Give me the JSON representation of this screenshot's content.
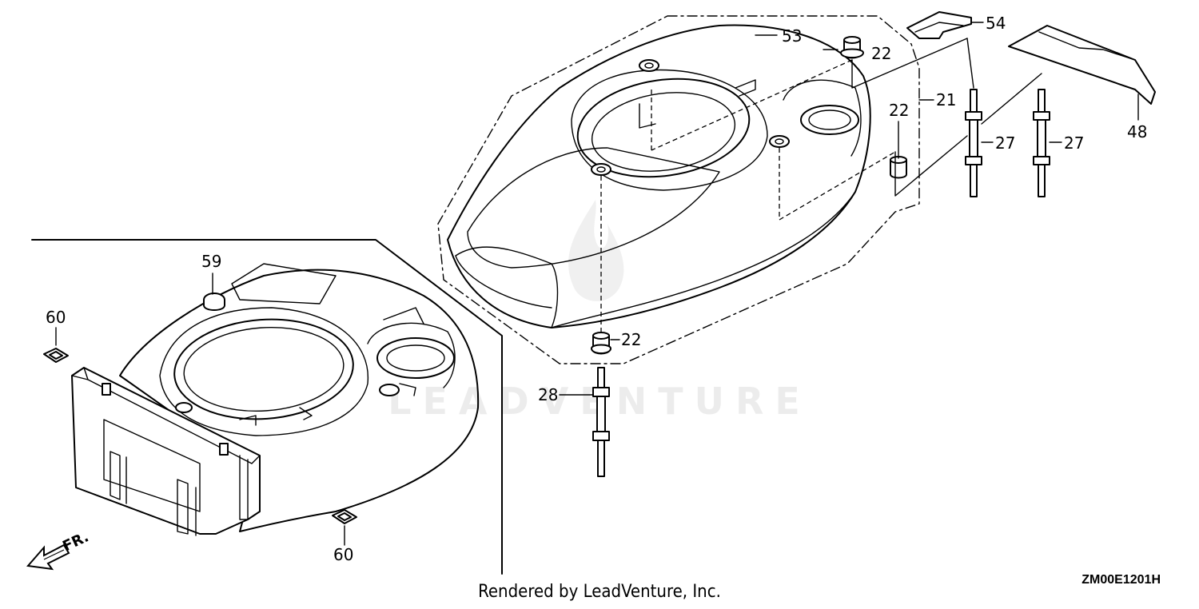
{
  "diagram": {
    "parts": [
      {
        "id": "53",
        "label": "53"
      },
      {
        "id": "22a",
        "label": "22"
      },
      {
        "id": "22b",
        "label": "22"
      },
      {
        "id": "22c",
        "label": "22"
      },
      {
        "id": "21",
        "label": "21"
      },
      {
        "id": "54",
        "label": "54"
      },
      {
        "id": "27a",
        "label": "27"
      },
      {
        "id": "27b",
        "label": "27"
      },
      {
        "id": "48",
        "label": "48"
      },
      {
        "id": "28",
        "label": "28"
      },
      {
        "id": "59",
        "label": "59"
      },
      {
        "id": "60a",
        "label": "60"
      },
      {
        "id": "60b",
        "label": "60"
      }
    ],
    "front_marker": "FR.",
    "diagram_code": "ZM00E1201H",
    "watermark": "LEADVENTURE",
    "footer": "Rendered by LeadVenture, Inc."
  }
}
